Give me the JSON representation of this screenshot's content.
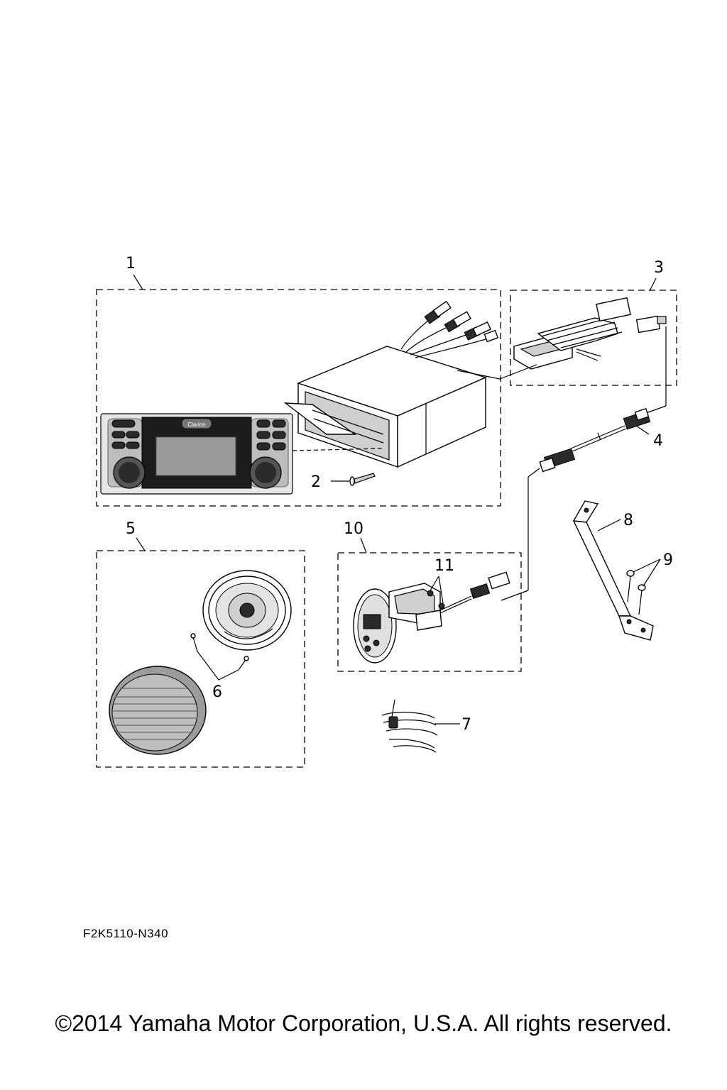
{
  "diagram": {
    "callouts": {
      "c1": "1",
      "c2": "2",
      "c3": "3",
      "c4": "4",
      "c5": "5",
      "c6": "6",
      "c7": "7",
      "c8": "8",
      "c9": "9",
      "c10": "10",
      "c11": "11"
    },
    "stereo_brand": "Clarion"
  },
  "footer": {
    "code": "F2K5110-N340",
    "copyright": "©2014 Yamaha Motor Corporation, U.S.A. All rights reserved."
  }
}
